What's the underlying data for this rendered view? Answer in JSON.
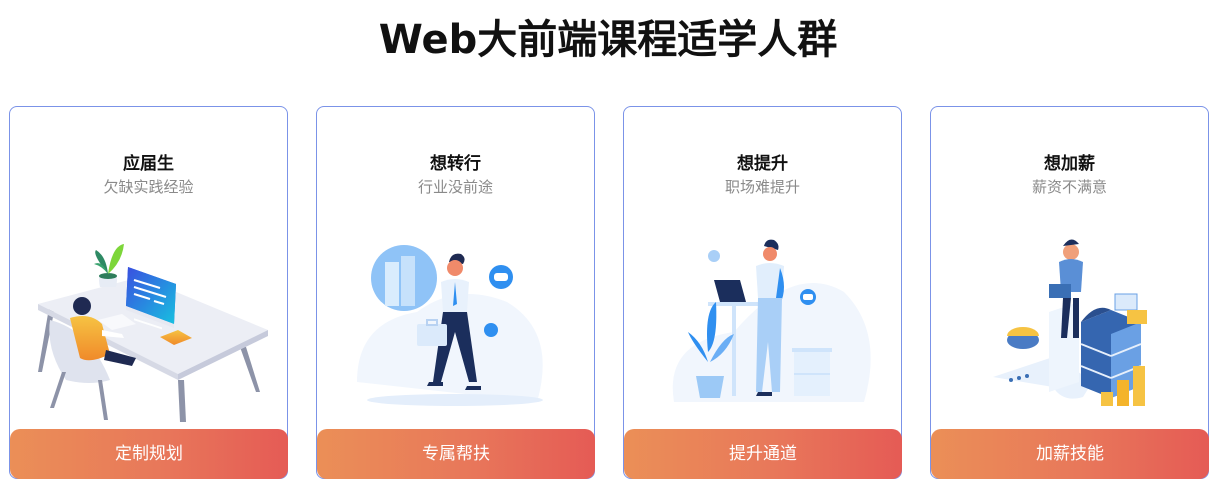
{
  "header": {
    "title": "Web大前端课程适学人群"
  },
  "theme": {
    "card_border": "#7b93e8",
    "button_gradient_start": "#eb8f57",
    "button_gradient_end": "#e55b55",
    "subtitle_color": "#8a8a8a"
  },
  "cards": [
    {
      "title": "应届生",
      "subtitle": "欠缺实践经验",
      "button": "定制规划",
      "illustration": "desk-workstation-illustration"
    },
    {
      "title": "想转行",
      "subtitle": "行业没前途",
      "button": "专属帮扶",
      "illustration": "walking-businessman-illustration"
    },
    {
      "title": "想提升",
      "subtitle": "职场难提升",
      "button": "提升通道",
      "illustration": "standing-laptop-illustration"
    },
    {
      "title": "想加薪",
      "subtitle": "薪资不满意",
      "button": "加薪技能",
      "illustration": "server-data-illustration"
    }
  ]
}
